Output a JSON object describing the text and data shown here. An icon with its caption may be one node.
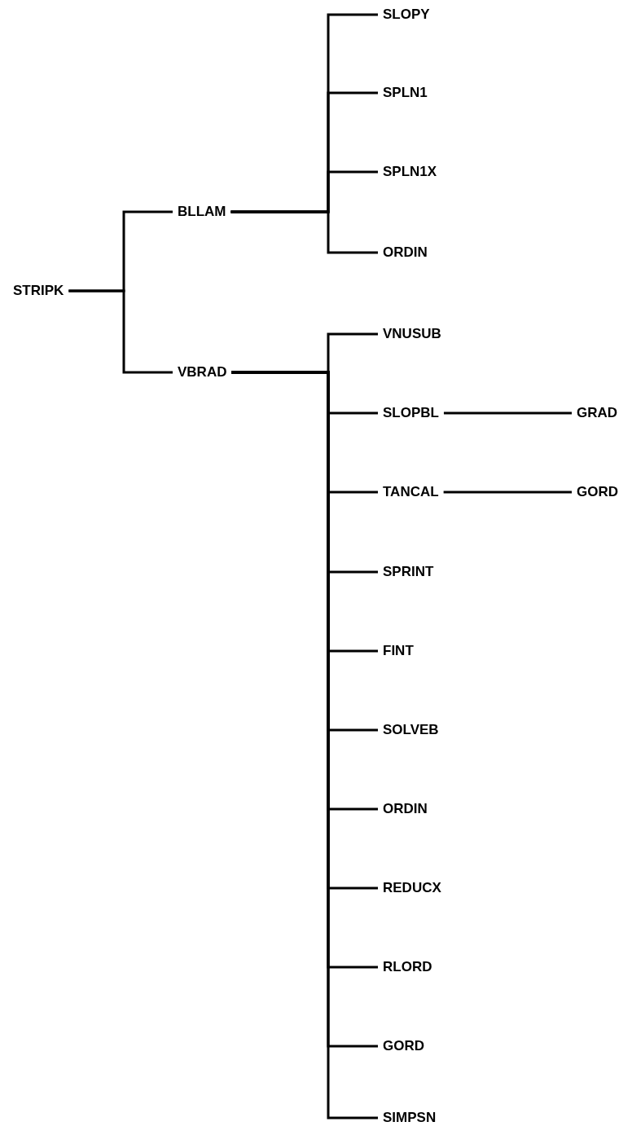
{
  "diagram": {
    "nodes": [
      {
        "text": [
          "STRIPK"
        ]
      },
      {
        "text": [
          "BLLAM"
        ]
      },
      {
        "text": [
          "VBRAD"
        ]
      },
      {
        "text": [
          "SLOPY"
        ]
      },
      {
        "text": [
          "SPLN1"
        ]
      },
      {
        "text": [
          "SPLN1X"
        ]
      },
      {
        "text": [
          "ORDIN"
        ]
      },
      {
        "text": [
          "VNUSUB"
        ]
      },
      {
        "text": [
          "SLOPBL"
        ]
      },
      {
        "text": [
          "GRAD"
        ]
      },
      {
        "text": [
          "TANCAL"
        ]
      },
      {
        "text": [
          "GORD"
        ]
      },
      {
        "text": [
          "SPRINT"
        ]
      },
      {
        "text": [
          "FINT"
        ]
      },
      {
        "text": [
          "SOLVEB"
        ]
      },
      {
        "text": [
          "ORDIN"
        ]
      },
      {
        "text": [
          "REDUCX"
        ]
      },
      {
        "text": [
          "RLORD"
        ]
      },
      {
        "text": [
          "GORD"
        ]
      },
      {
        "text": [
          "SIMPSN"
        ]
      }
    ],
    "edges": [
      {
        "from": 0,
        "to": 1,
        "arrow": "none"
      },
      {
        "from": 0,
        "to": 2,
        "arrow": "none"
      },
      {
        "from": 1,
        "to": 3,
        "arrow": "none"
      },
      {
        "from": 1,
        "to": 4,
        "arrow": "none"
      },
      {
        "from": 1,
        "to": 5,
        "arrow": "none"
      },
      {
        "from": 1,
        "to": 6,
        "arrow": "none"
      },
      {
        "from": 2,
        "to": 7,
        "arrow": "none"
      },
      {
        "from": 2,
        "to": 8,
        "arrow": "none"
      },
      {
        "from": 8,
        "to": 9,
        "arrow": "none"
      },
      {
        "from": 2,
        "to": 10,
        "arrow": "none"
      },
      {
        "from": 10,
        "to": 11,
        "arrow": "none"
      },
      {
        "from": 2,
        "to": 12,
        "arrow": "none"
      },
      {
        "from": 2,
        "to": 13,
        "arrow": "none"
      },
      {
        "from": 2,
        "to": 14,
        "arrow": "none"
      },
      {
        "from": 2,
        "to": 15,
        "arrow": "none"
      },
      {
        "from": 2,
        "to": 16,
        "arrow": "none"
      },
      {
        "from": 2,
        "to": 17,
        "arrow": "none"
      },
      {
        "from": 2,
        "to": 18,
        "arrow": "none"
      },
      {
        "from": 2,
        "to": 19,
        "arrow": "none"
      }
    ]
  }
}
